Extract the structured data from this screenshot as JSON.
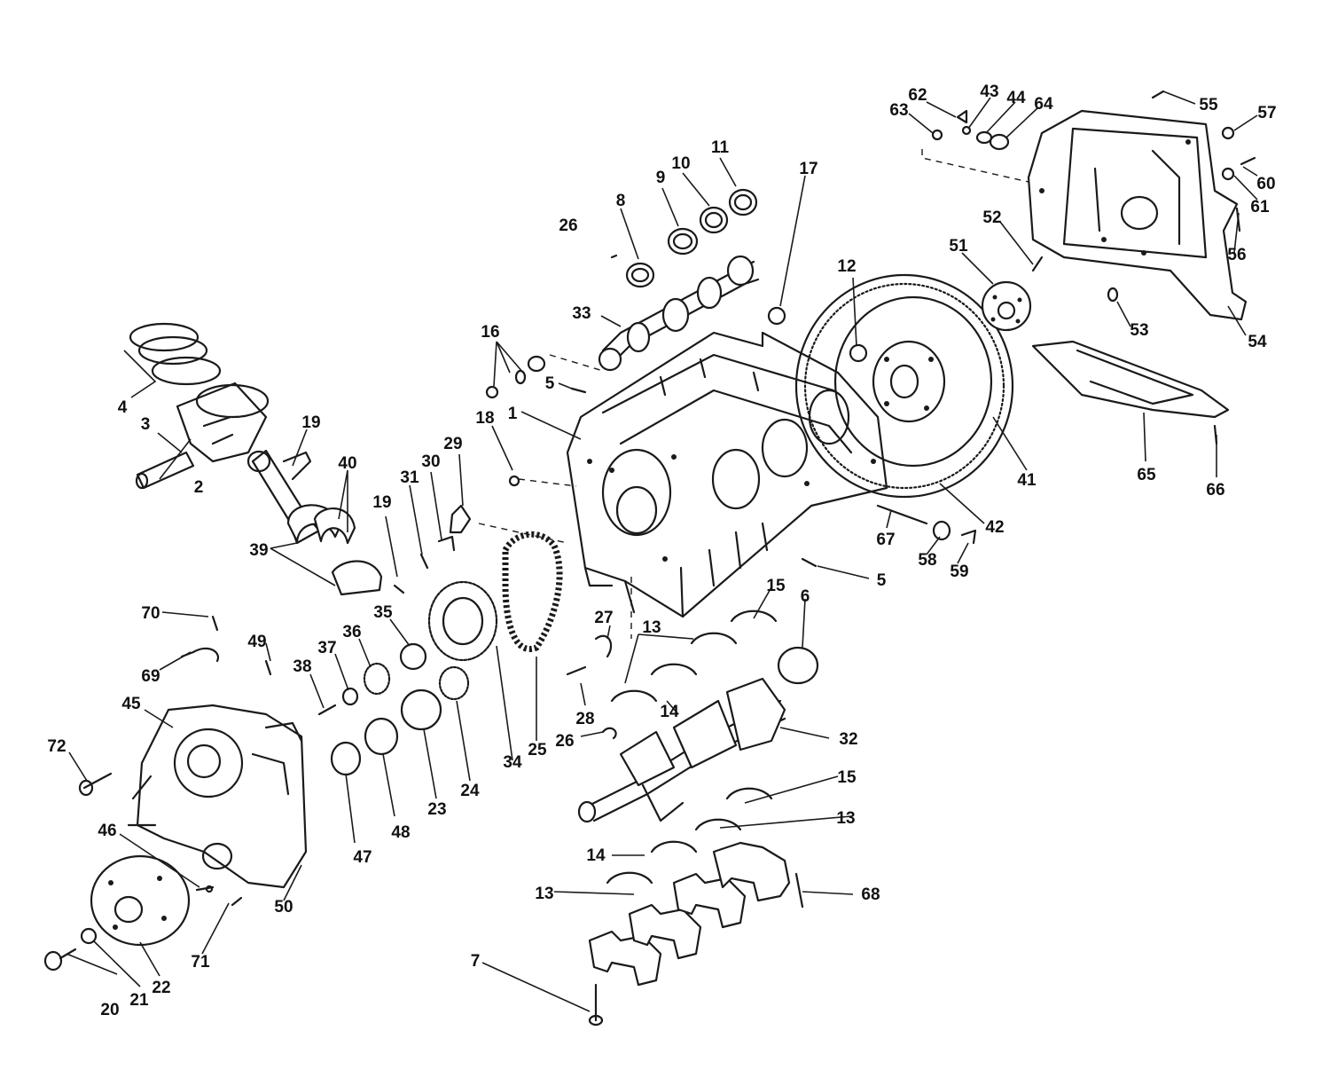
{
  "callouts": [
    "1",
    "2",
    "3",
    "4",
    "5",
    "6",
    "7",
    "8",
    "9",
    "10",
    "11",
    "12",
    "13",
    "14",
    "15",
    "16",
    "17",
    "18",
    "19",
    "20",
    "21",
    "22",
    "23",
    "24",
    "25",
    "26",
    "27",
    "28",
    "29",
    "30",
    "31",
    "32",
    "33",
    "34",
    "35",
    "36",
    "37",
    "38",
    "39",
    "40",
    "41",
    "42",
    "43",
    "44",
    "45",
    "46",
    "47",
    "48",
    "49",
    "50",
    "51",
    "52",
    "53",
    "54",
    "55",
    "56",
    "57",
    "58",
    "59",
    "60",
    "61",
    "62",
    "63",
    "64",
    "65",
    "66",
    "67",
    "68",
    "69",
    "70",
    "71",
    "72"
  ],
  "colors": {
    "ink": "#1a1a1a",
    "background": "#ffffff"
  }
}
